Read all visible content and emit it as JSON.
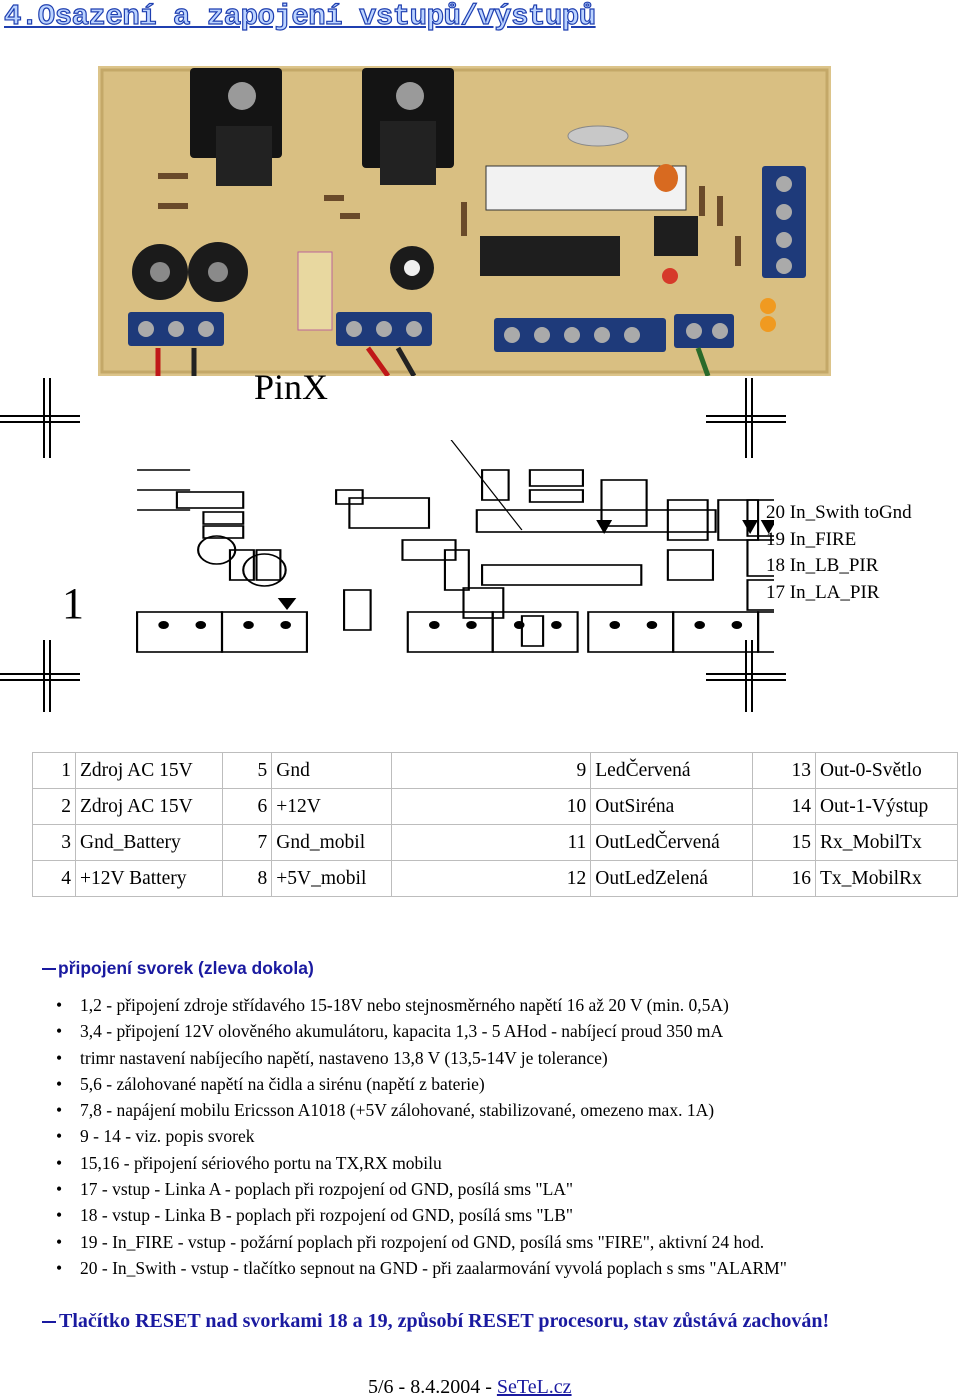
{
  "title": "4.Osazení a zapojení vstupů/výstupů",
  "labels": {
    "pinx": "PinX",
    "pin1": "1"
  },
  "pin_list": [
    {
      "num": "20",
      "label": "In_Swith toGnd"
    },
    {
      "num": "19",
      "label": "In_FIRE"
    },
    {
      "num": "18",
      "label": "In_LB_PIR"
    },
    {
      "num": "17",
      "label": "In_LA_PIR"
    }
  ],
  "terminals": [
    [
      {
        "n": "1",
        "t": "Zdroj AC 15V"
      },
      {
        "n": "5",
        "t": "Gnd"
      },
      {
        "n": "9",
        "t": "LedČervená"
      },
      {
        "n": "13",
        "t": "Out-0-Světlo"
      }
    ],
    [
      {
        "n": "2",
        "t": "Zdroj AC 15V"
      },
      {
        "n": "6",
        "t": "+12V"
      },
      {
        "n": "10",
        "t": "OutSiréna"
      },
      {
        "n": "14",
        "t": "Out-1-Výstup"
      }
    ],
    [
      {
        "n": "3",
        "t": "Gnd_Battery"
      },
      {
        "n": "7",
        "t": "Gnd_mobil"
      },
      {
        "n": "11",
        "t": "OutLedČervená"
      },
      {
        "n": "15",
        "t": "Rx_MobilTx"
      }
    ],
    [
      {
        "n": "4",
        "t": "+12V Battery"
      },
      {
        "n": "8",
        "t": "+5V_mobil"
      },
      {
        "n": "12",
        "t": "OutLedZelená"
      },
      {
        "n": "16",
        "t": "Tx_MobilRx"
      }
    ]
  ],
  "section_heading": "připojení svorek (zleva dokola)",
  "notes": [
    "1,2 - připojení zdroje střídavého 15-18V nebo stejnosměrného napětí 16 až 20 V (min. 0,5A)",
    "3,4 - připojení 12V olověného akumulátoru, kapacita 1,3 - 5 AHod - nabíjecí proud 350 mA",
    "trimr nastavení nabíjecího napětí, nastaveno 13,8 V (13,5-14V je tolerance)",
    "5,6 - zálohované napětí na čidla a sirénu (napětí z baterie)",
    "7,8 - napájení mobilu Ericsson A1018 (+5V zálohované, stabilizované, omezeno max. 1A)",
    "9 - 14 - viz. popis svorek",
    "15,16 - připojení sériového portu na TX,RX mobilu",
    "17 - vstup - Linka A - poplach při rozpojení od GND, posílá sms \"LA\"",
    "18 - vstup - Linka B - poplach při rozpojení od GND, posílá sms \"LB\"",
    "19 - In_FIRE - vstup - požární poplach při rozpojení od GND, posílá sms \"FIRE\", aktivní 24 hod.",
    "20 - In_Swith - vstup - tlačítko sepnout na GND - při zaalarmování vyvolá poplach s sms \"ALARM\""
  ],
  "reset_note": "Tlačítko RESET nad svorkami 18 a 19, způsobí RESET procesoru, stav zůstává zachován!",
  "footer": {
    "page": "5/6  -  8.4.2004  -",
    "link": "SeTeL.cz"
  }
}
